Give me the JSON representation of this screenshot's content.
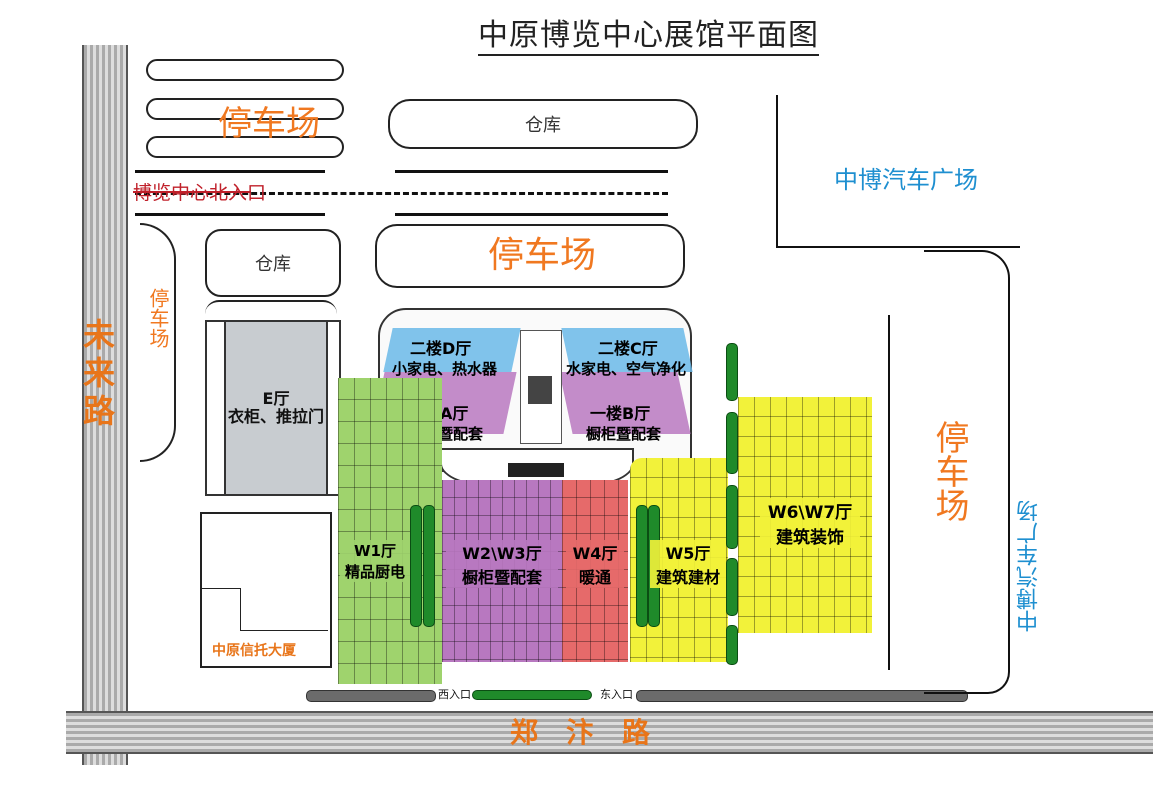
{
  "title": "中原博览中心展馆平面图",
  "colors": {
    "parking": "#f07820",
    "plaza": "#1e8fd0",
    "north_entrance": "#c0202a",
    "hall_E": "#c8ccd0",
    "hall_green": "#9fd36d",
    "hall_purple": "#b878c0",
    "hall_red": "#e66a6a",
    "hall_yellow": "#f2f23a",
    "floor2_blue": "#6ab8e8"
  },
  "parking_labels": {
    "top_left": "停车场",
    "center": "停车场",
    "left": "停车场",
    "right": "停车场"
  },
  "warehouses": {
    "top": "仓库",
    "left": "仓库"
  },
  "north_entrance": "博览中心北入口",
  "plaza": {
    "top": "中博汽车广场",
    "right": "中博汽车广场"
  },
  "roads": {
    "west": "未来路",
    "south": "郑汴路"
  },
  "tower": "中原信托大厦",
  "halls": {
    "d_floor2": {
      "name": "二楼D厅",
      "desc": "小家电、热水器"
    },
    "c_floor2": {
      "name": "二楼C厅",
      "desc": "水家电、空气净化"
    },
    "a_floor1": {
      "name": "一楼A厅",
      "desc": "橱柜暨配套"
    },
    "b_floor1": {
      "name": "一楼B厅",
      "desc": "橱柜暨配套"
    },
    "e": {
      "name": "E厅",
      "desc": "衣柜、推拉门"
    },
    "w1": {
      "name": "W1厅",
      "desc": "精品厨电"
    },
    "w2w3": {
      "name": "W2\\W3厅",
      "desc": "橱柜暨配套"
    },
    "w4": {
      "name": "W4厅",
      "desc": "暖通"
    },
    "w5": {
      "name": "W5厅",
      "desc": "建筑建材"
    },
    "w6w7": {
      "name": "W6\\W7厅",
      "desc": "建筑装饰"
    }
  },
  "entrances": {
    "west": "西入口",
    "east": "东入口"
  }
}
